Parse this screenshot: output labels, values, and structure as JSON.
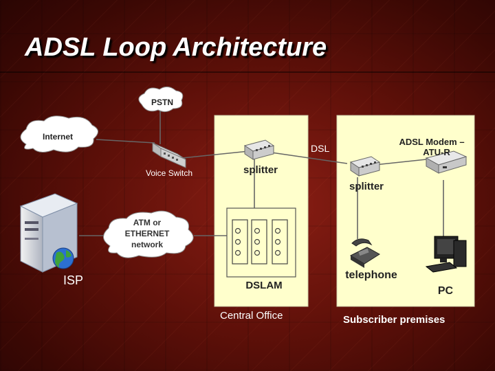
{
  "title": "ADSL Loop Architecture",
  "labels": {
    "pstn": "PSTN",
    "internet": "Internet",
    "atm": [
      "ATM or",
      "ETHERNET",
      "network"
    ],
    "voice_switch": "Voice Switch",
    "isp": "ISP",
    "splitter_co": "splitter",
    "splitter_sub": "splitter",
    "dsl": "DSL",
    "dslam": "DSLAM",
    "central_office": "Central Office",
    "modem": [
      "ADSL Modem –",
      "ATU-R"
    ],
    "telephone": "telephone",
    "pc": "PC",
    "subscriber": "Subscriber premises"
  },
  "colors": {
    "panel_fill": "#ffffcc",
    "cloud_fill": "#ffffff",
    "line": "#666666",
    "text_dark": "#222222",
    "text_light": "#ffffff"
  }
}
